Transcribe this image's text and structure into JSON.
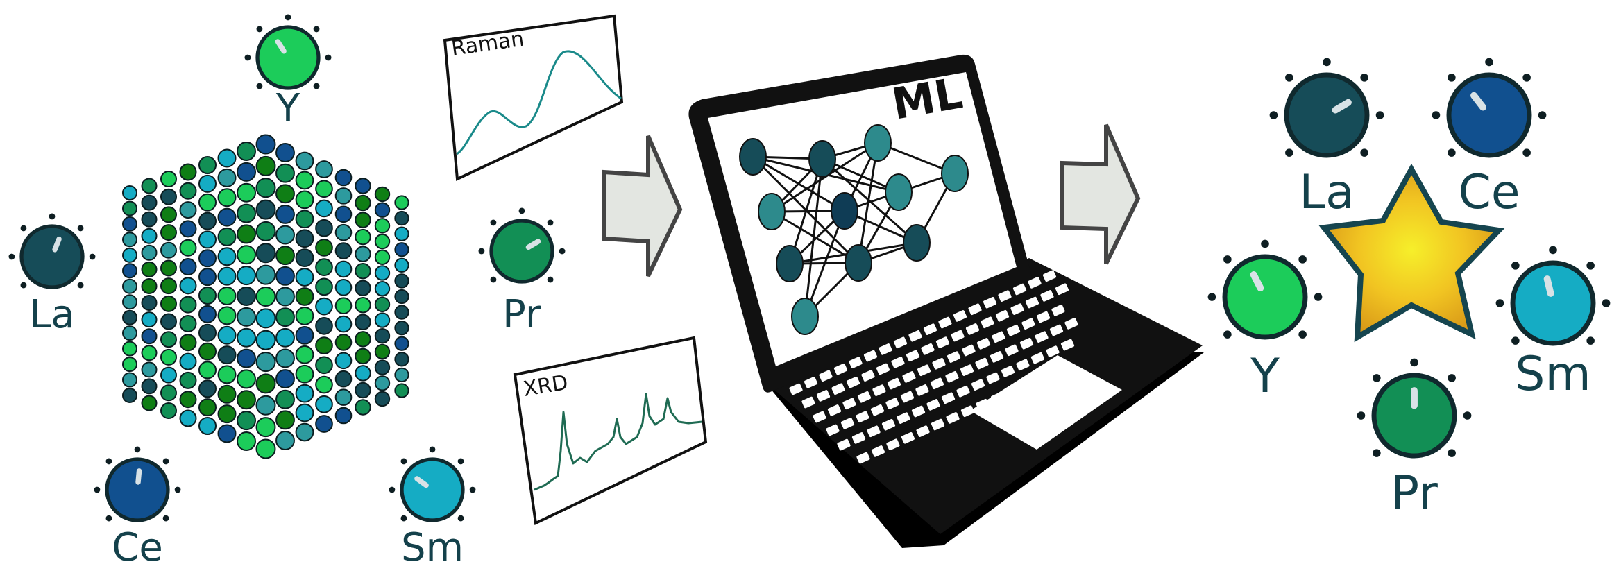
{
  "inputs": {
    "knobs": [
      {
        "id": "La",
        "label": "La",
        "color": "#164c58",
        "level": 0.58
      },
      {
        "id": "Y",
        "label": "Y",
        "color": "#1ccc5a",
        "level": 0.38
      },
      {
        "id": "Pr",
        "label": "Pr",
        "color": "#128f55",
        "level": 0.72
      },
      {
        "id": "Ce",
        "label": "Ce",
        "color": "#11508f",
        "level": 0.52
      },
      {
        "id": "Sm",
        "label": "Sm",
        "color": "#15acc4",
        "level": 0.3
      }
    ]
  },
  "measurements": {
    "raman": {
      "label": "Raman",
      "line_color": "#1a8a8a"
    },
    "xrd": {
      "label": "XRD",
      "line_color": "#1f6b53"
    }
  },
  "model": {
    "label": "ML"
  },
  "outputs": {
    "knobs": [
      {
        "id": "La",
        "label": "La",
        "color": "#164c58",
        "level": 0.72
      },
      {
        "id": "Ce",
        "label": "Ce",
        "color": "#11508f",
        "level": 0.36
      },
      {
        "id": "Y",
        "label": "Y",
        "color": "#1ccc5a",
        "level": 0.4
      },
      {
        "id": "Sm",
        "label": "Sm",
        "color": "#15acc4",
        "level": 0.45
      },
      {
        "id": "Pr",
        "label": "Pr",
        "color": "#128f55",
        "level": 0.5
      }
    ],
    "star_color": "#f2c41c"
  },
  "colors": {
    "palette": [
      "#164c58",
      "#1ccc5a",
      "#128f55",
      "#11508f",
      "#15acc4",
      "#0f7e15",
      "#2d9a9e"
    ],
    "outline": "#111111",
    "arrow_fill": "#e3e6e1",
    "arrow_stroke": "#444444"
  }
}
